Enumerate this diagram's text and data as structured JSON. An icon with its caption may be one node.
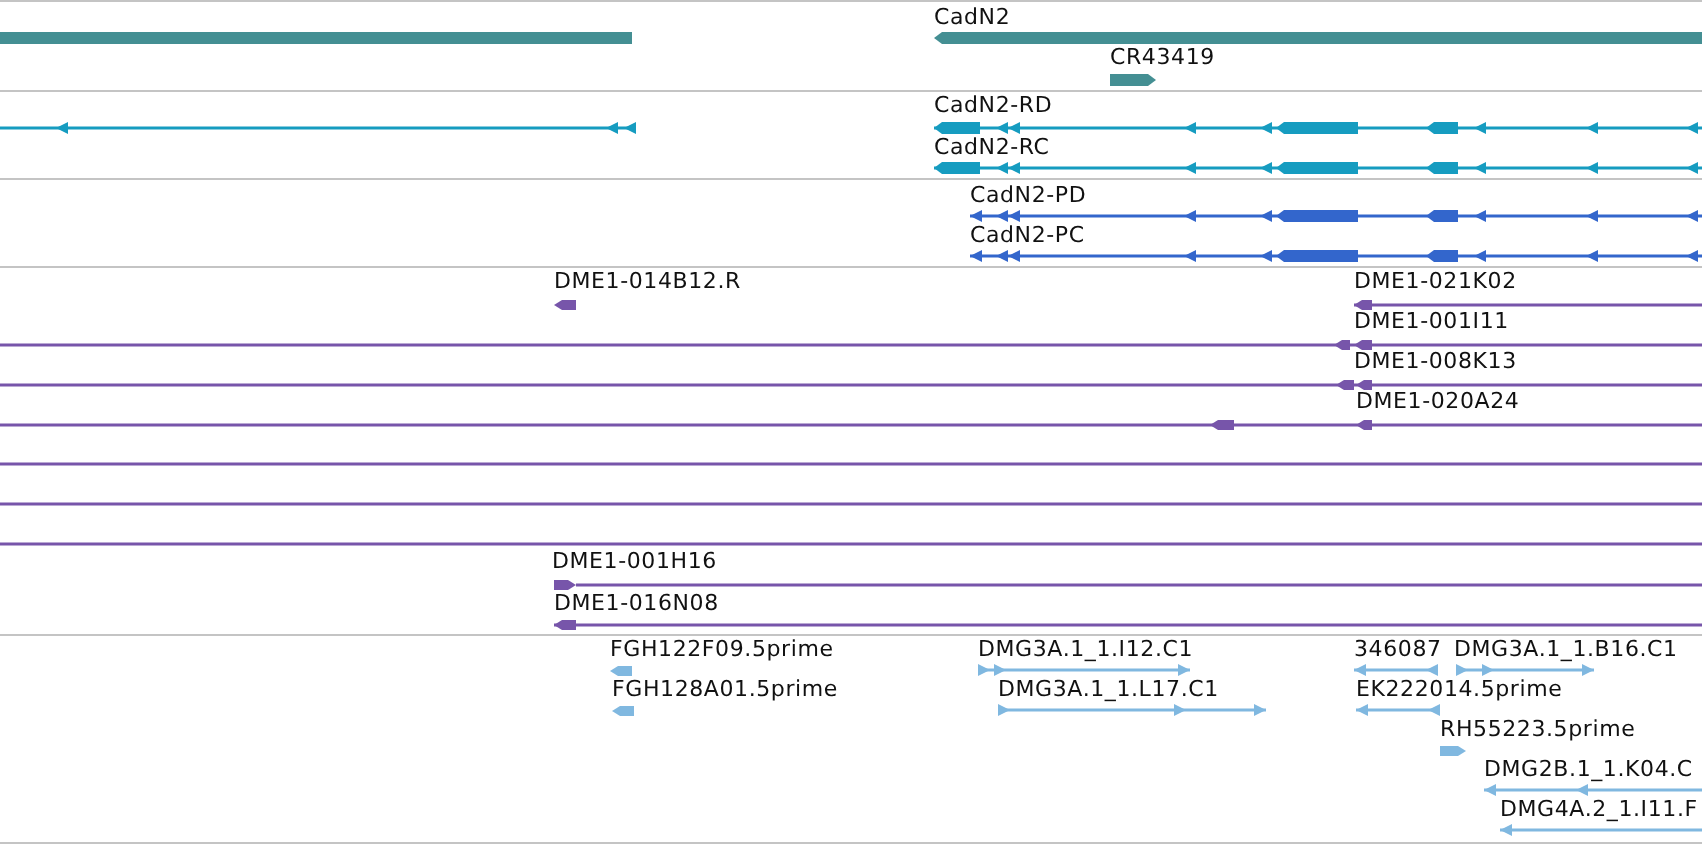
{
  "diagram": {
    "nodes": [
      {
        "text": [
          "CadN2"
        ]
      },
      {
        "text": [
          "CR43419"
        ]
      },
      {
        "text": [
          "CadN2-RD"
        ]
      },
      {
        "text": [
          "CadN2-RC"
        ]
      },
      {
        "text": [
          "CadN2-PD"
        ]
      },
      {
        "text": [
          "CadN2-PC"
        ]
      },
      {
        "text": [
          "DME1-014B12.R"
        ]
      },
      {
        "text": [
          "DME1-021K02"
        ]
      },
      {
        "text": [
          "DME1-001I11"
        ]
      },
      {
        "text": [
          "DME1-008K13"
        ]
      },
      {
        "text": [
          "DME1-020A24"
        ]
      },
      {
        "text": [
          "DME1-001H16"
        ]
      },
      {
        "text": [
          "DME1-016N08"
        ]
      },
      {
        "text": [
          "FGH122F09.5prime"
        ]
      },
      {
        "text": [
          "DMG3A.1_1.I12.C1"
        ]
      },
      {
        "text": [
          "346087"
        ]
      },
      {
        "text": [
          "DMG3A.1_1.B16.C1"
        ]
      },
      {
        "text": [
          "FGH128A01.5prime"
        ]
      },
      {
        "text": [
          "DMG3A.1_1.L17.C1"
        ]
      },
      {
        "text": [
          "EK222014.5prime"
        ]
      },
      {
        "text": [
          "RH55223.5prime"
        ]
      },
      {
        "text": [
          "DMG2B.1_1.K04.C"
        ]
      },
      {
        "text": [
          "DMG4A.2_1.I11.F"
        ]
      }
    ]
  }
}
